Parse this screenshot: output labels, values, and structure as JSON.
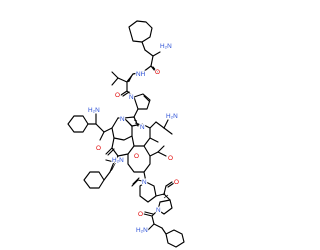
{
  "diagram": {
    "colors": {
      "bond": "#000000",
      "nitrogen": "#2a4fd6",
      "oxygen": "#e00000",
      "background": "#ffffff"
    },
    "atom_labels": {
      "amine_top": "H₂N",
      "nh_top": "NH",
      "n_prolyl_top": "N",
      "amine_left": "H₂N",
      "amine_right": "H₂N",
      "n_center_left": "N",
      "n_center_right": "N",
      "amine_lower_mid": "H₂N",
      "n_lower": "N",
      "n_prolyl_bottom": "N",
      "amine_bottom": "H₂N",
      "o_top_a": "O",
      "o_top_b": "O",
      "o_left": "O",
      "o_center": "O",
      "o_right": "O",
      "o_lower": "O",
      "o_bottom": "O"
    }
  }
}
